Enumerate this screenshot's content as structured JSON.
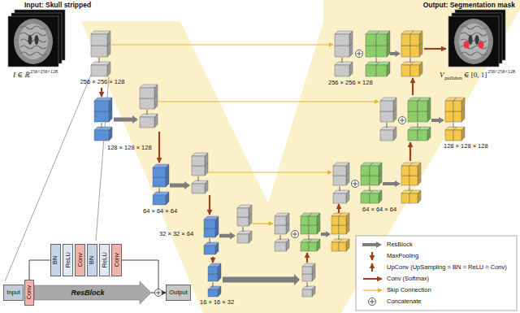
{
  "diagram": {
    "nodes": [
      {
        "text": [
          "Input"
        ]
      },
      {
        "text": [
          "Conv"
        ]
      },
      {
        "text": [
          "BN"
        ]
      },
      {
        "text": [
          "ReLU"
        ]
      },
      {
        "text": [
          "Conv"
        ]
      },
      {
        "text": [
          "BN"
        ]
      },
      {
        "text": [
          "ReLU"
        ]
      },
      {
        "text": [
          "Conv"
        ]
      },
      {
        "text": [
          "ResBlock"
        ]
      },
      {
        "text": [
          "Output"
        ]
      }
    ],
    "edges": [
      {
        "from": 1,
        "to": 2,
        "arrow": "none"
      },
      {
        "from": 7,
        "to": 9,
        "arrow": "to"
      },
      {
        "from": 8,
        "to": 9,
        "arrow": "to"
      }
    ],
    "labels": [
      "Input: Skull stripped",
      "I ∈ ℝ",
      "256×256×128",
      "Output: Segmentation mask",
      "V",
      "pallidum",
      "∈ [0, 1]",
      "256×256×128",
      "256 × 256 × 128",
      "128 × 128 × 128",
      "64 × 64 × 64",
      "32 × 32 × 64",
      "16 × 16 × 32",
      "64 × 64 × 64",
      "128 × 128 × 128",
      "256 × 256 × 128"
    ],
    "legend": [
      {
        "text": "ResBlock"
      },
      {
        "text": "MaxPooling"
      },
      {
        "text": "UpConv (UpSampling = BN = ReLU = Conv)"
      },
      {
        "text": "Conv (Softmax)"
      },
      {
        "text": "Skip Connection"
      },
      {
        "text": "Concatenate"
      }
    ]
  }
}
